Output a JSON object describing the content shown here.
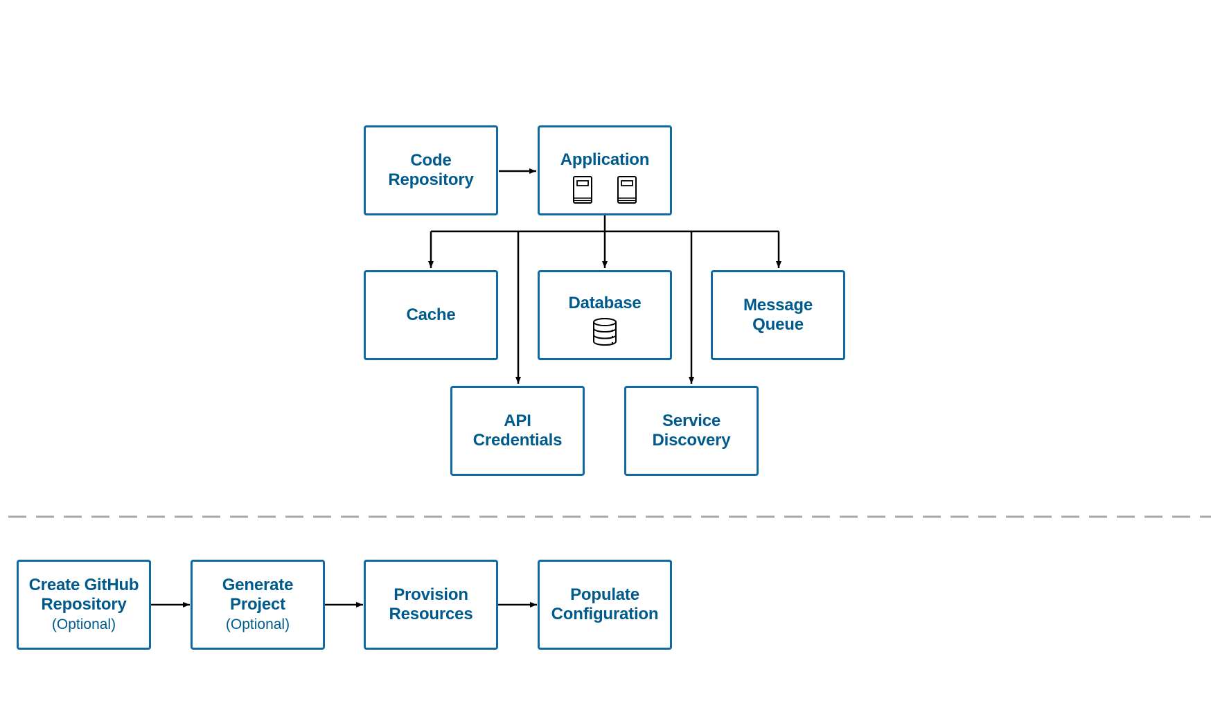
{
  "architecture": {
    "code_repository": "Code Repository",
    "application": {
      "title": "Application",
      "icons": [
        "server-icon",
        "server-icon"
      ]
    },
    "cache": "Cache",
    "database": {
      "title": "Database",
      "icon": "database-icon"
    },
    "message_queue": "Message Queue",
    "api_credentials": "API Credentials",
    "service_discovery": "Service Discovery"
  },
  "workflow": {
    "steps": [
      {
        "title": "Create GitHub Repository",
        "note": "(Optional)"
      },
      {
        "title": "Generate Project",
        "note": "(Optional)"
      },
      {
        "title": "Provision Resources"
      },
      {
        "title": "Populate Configuration"
      }
    ]
  },
  "colors": {
    "box_border": "#0f6aa3",
    "text": "#005a8c",
    "connector": "#000000",
    "separator": "#a6a6a6"
  }
}
